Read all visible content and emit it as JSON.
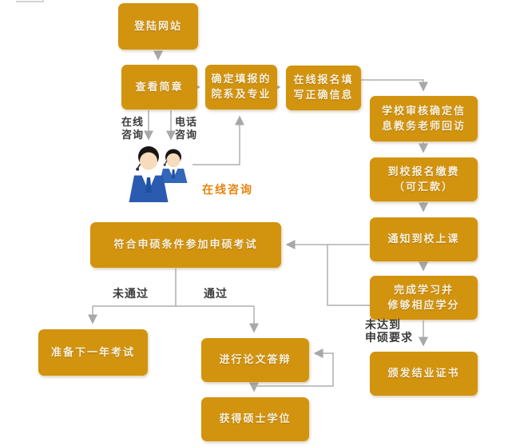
{
  "colors": {
    "node_fill": "#D2930F",
    "node_text": "#F8F0DC",
    "connector_gray": "#ABABAB",
    "label_text": "#3B3B3B",
    "consult_orange": "#E8820C"
  },
  "flowchart": {
    "nodes": {
      "login": "登陆网站",
      "view_brochure": "查看简章",
      "choose_department": "确定填报的\n院系及专业",
      "online_fill_info": "在线报名填\n写正确信息",
      "school_review": "学校审核确定信\n息教务老师回访",
      "register_pay": "到校报名缴费\n（可汇款）",
      "notify_attend": "通知到校上课",
      "complete_credits": "完成学习并\n修够相应学分",
      "completion_certificate": "颁发结业证书",
      "master_exam": "符合申硕条件参加申硕考试",
      "next_year_exam": "准备下一年考试",
      "thesis_defense": "进行论文答辩",
      "master_degree": "获得硕士学位"
    },
    "edge_labels": {
      "online_consult": "在线\n咨询",
      "phone_consult": "电话\n咨询",
      "fail": "未通过",
      "pass": "通过",
      "not_meet_requirement": "未达到\n申硕要求"
    },
    "consult": {
      "caption": "在线咨询",
      "icon": "customer-service-agents"
    }
  }
}
